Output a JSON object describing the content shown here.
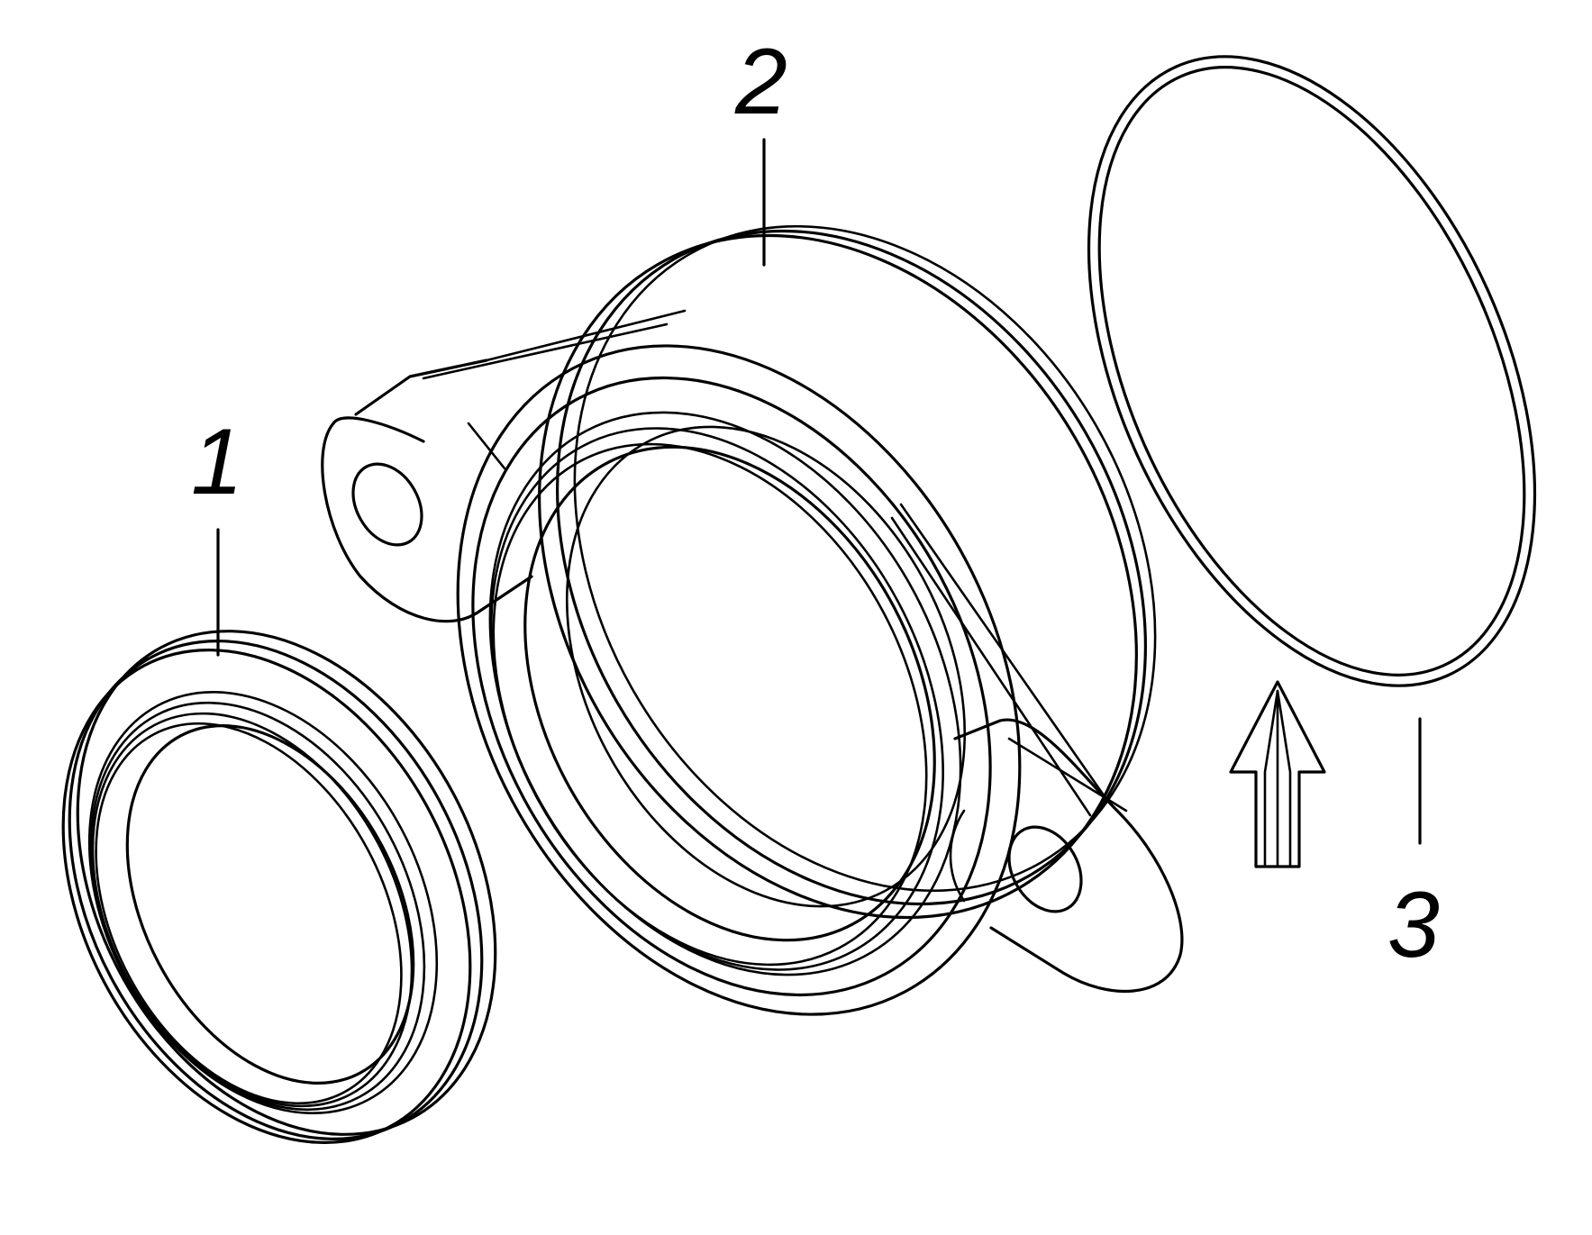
{
  "callouts": [
    {
      "id": "1",
      "label": "1"
    },
    {
      "id": "2",
      "label": "2"
    },
    {
      "id": "3",
      "label": "3"
    }
  ],
  "colors": {
    "line": "#000000",
    "background": "#ffffff"
  },
  "icons": {
    "direction_arrow": "double-up-arrow-icon"
  }
}
